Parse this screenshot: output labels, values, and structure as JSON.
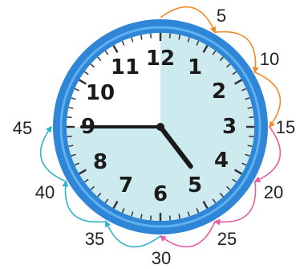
{
  "clock": {
    "numerals": [
      "12",
      "1",
      "2",
      "3",
      "4",
      "5",
      "6",
      "7",
      "8",
      "9",
      "10",
      "11"
    ],
    "time": {
      "hour": 4,
      "minute": 45
    },
    "shaded_minutes": {
      "from": 0,
      "to": 45
    },
    "colors": {
      "rim": "#2f86d6",
      "rim_light": "#5fb0ee",
      "face": "#ffffff",
      "shaded": "#cdebef",
      "hands": "#1a1a1a",
      "ticks": "#333333"
    }
  },
  "counting": {
    "labels": [
      "5",
      "10",
      "15",
      "20",
      "25",
      "30",
      "35",
      "40",
      "45"
    ],
    "arc_colors": [
      "#f08a2a",
      "#f08a2a",
      "#f08a2a",
      "#e65ca5",
      "#e65ca5",
      "#e65ca5",
      "#2fb3c9",
      "#2fb3c9",
      "#2fb3c9"
    ]
  }
}
